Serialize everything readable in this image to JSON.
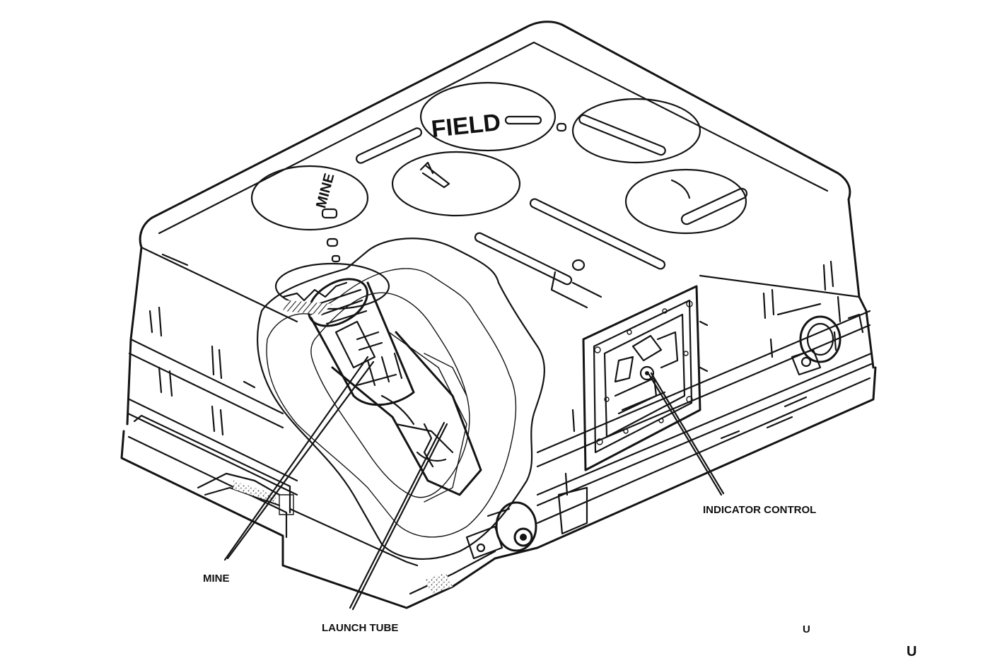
{
  "labels": {
    "mine": "MINE",
    "launch_tube": "LAUNCH TUBE",
    "indicator_control": "INDICATOR CONTROL",
    "corner_mark_1": "U",
    "corner_mark_2": "U"
  },
  "case_markings": {
    "field": "FIELD",
    "mine": "MINE"
  },
  "colors": {
    "ink": "#141414",
    "paper": "#ffffff",
    "stipple": "#9a9a9a"
  }
}
